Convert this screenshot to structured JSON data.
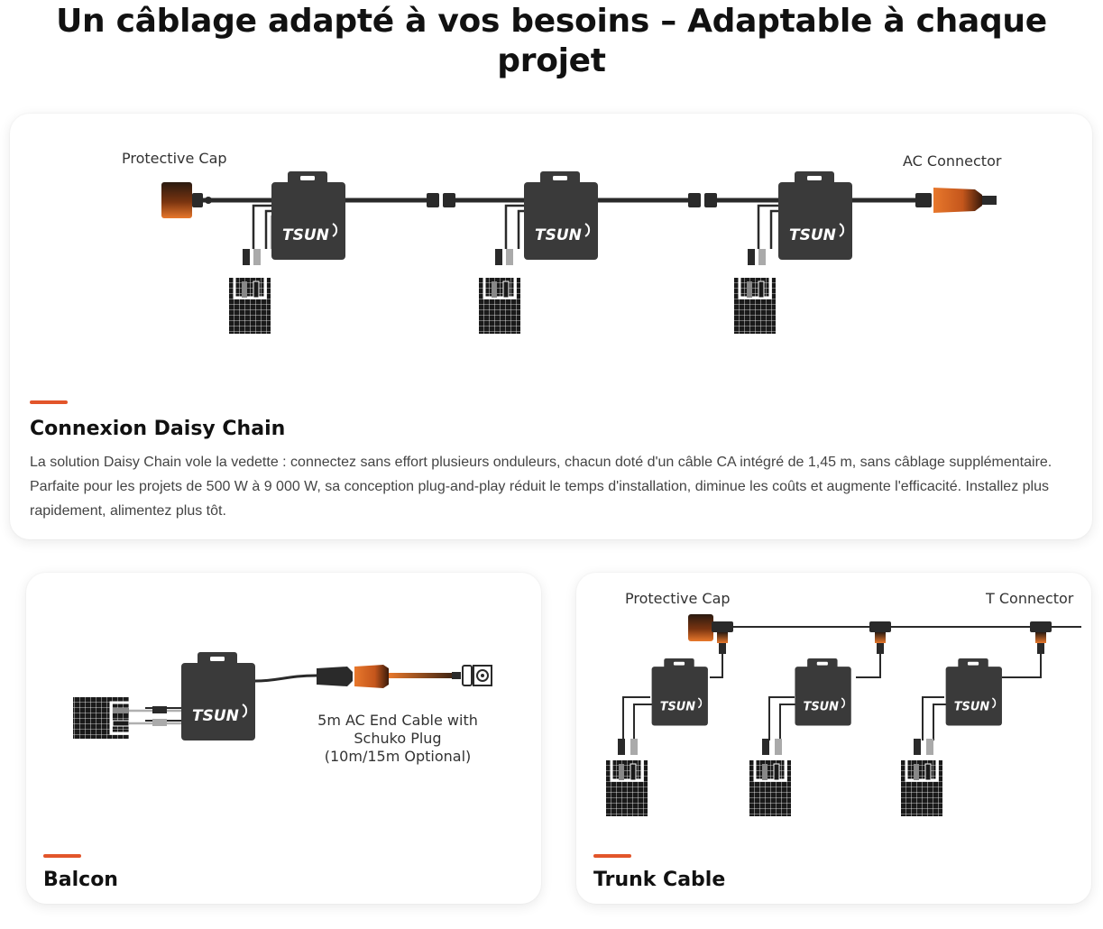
{
  "page_title": "Un câblage adapté à vos besoins – Adaptable à chaque projet",
  "colors": {
    "accent": "#e2552a",
    "inverter": "#3a3a3a",
    "cable": "#2a2a2a",
    "connector_orange": "#e0702a"
  },
  "daisy_chain": {
    "title": "Connexion Daisy Chain",
    "description": "La solution Daisy Chain vole la vedette : connectez sans effort plusieurs onduleurs, chacun doté d'un câble CA intégré de 1,45 m, sans câblage supplémentaire. Parfaite pour les projets de 500 W à 9 000 W, sa conception plug-and-play réduit le temps d'installation, diminue les coûts et augmente l'efficacité. Installez plus rapidement, alimentez plus tôt.",
    "labels": {
      "protective_cap": "Protective Cap",
      "ac_connector": "AC Connector"
    },
    "brand": "TSUN"
  },
  "balcon": {
    "title": "Balcon",
    "labels": {
      "cable_line1": "5m AC End Cable with",
      "cable_line2": "Schuko Plug",
      "cable_line3": "(10m/15m Optional)"
    },
    "brand": "TSUN"
  },
  "trunk_cable": {
    "title": "Trunk Cable",
    "labels": {
      "protective_cap": "Protective Cap",
      "t_connector": "T Connector"
    },
    "brand": "TSUN"
  }
}
